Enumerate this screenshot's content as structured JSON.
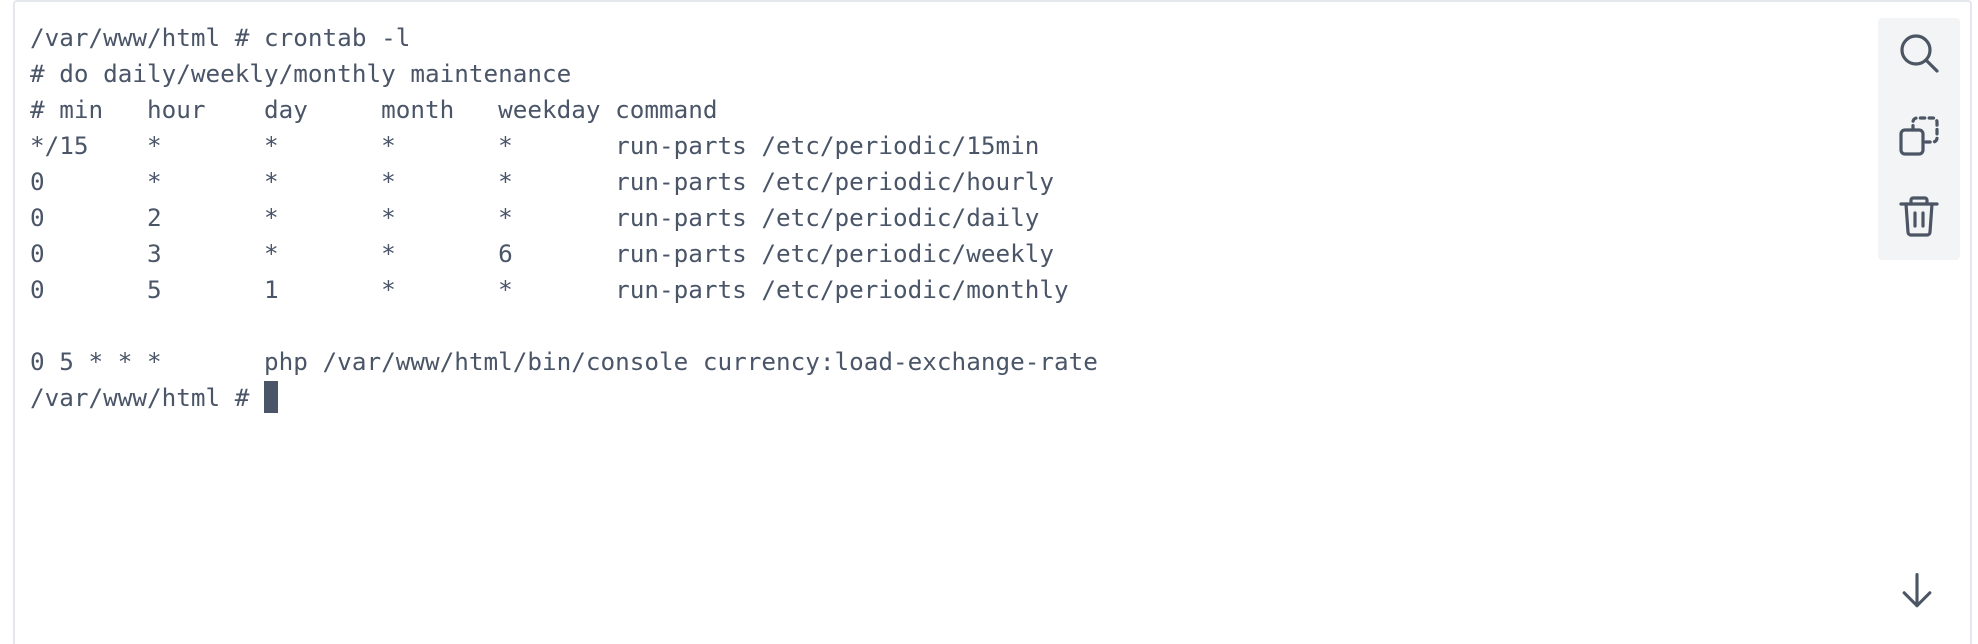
{
  "terminal": {
    "lines": [
      "/var/www/html # crontab -l",
      "# do daily/weekly/monthly maintenance",
      "# min   hour    day     month   weekday command",
      "*/15    *       *       *       *       run-parts /etc/periodic/15min",
      "0       *       *       *       *       run-parts /etc/periodic/hourly",
      "0       2       *       *       *       run-parts /etc/periodic/daily",
      "0       3       *       *       6       run-parts /etc/periodic/weekly",
      "0       5       1       *       *       run-parts /etc/periodic/monthly",
      "",
      "0 5 * * *       php /var/www/html/bin/console currency:load-exchange-rate"
    ],
    "prompt": "/var/www/html # "
  },
  "toolbar": {
    "icons": [
      "search-icon",
      "copy-icon",
      "trash-icon"
    ]
  },
  "scroll": {
    "icon": "arrow-down-icon"
  },
  "colors": {
    "text": "#4a5568",
    "toolbar_bg": "#f3f4f6",
    "border": "#e4e7ec",
    "icon": "#4b5563"
  }
}
